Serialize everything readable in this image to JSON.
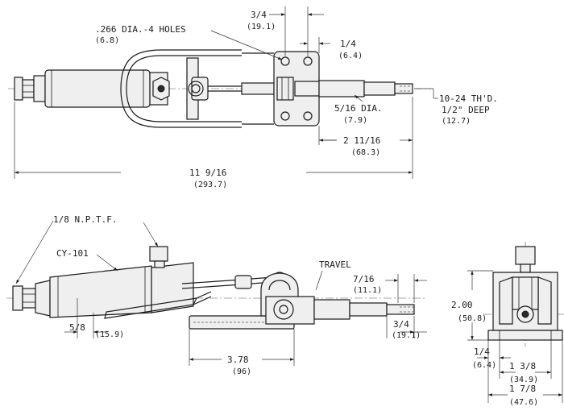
{
  "top_view": {
    "holes_note": ".266 DIA.-4 HOLES",
    "holes_note_mm": "(6.8)",
    "dim_hole_spacing": "3/4",
    "dim_hole_spacing_mm": "(19.1)",
    "dim_hole_offset": "1/4",
    "dim_hole_offset_mm": "(6.4)",
    "plunger_dia": "5/16 DIA.",
    "plunger_dia_mm": "(7.9)",
    "thread_note_1": "10-24 TH'D.",
    "thread_note_2": "1/2\" DEEP",
    "thread_note_mm": "(12.7)",
    "dim_stroke_length": "2 11/16",
    "dim_stroke_length_mm": "(68.3)",
    "dim_overall": "11 9/16",
    "dim_overall_mm": "(293.7)"
  },
  "side_view": {
    "port_label": "1/8 N.P.T.F.",
    "cylinder_label": "CY-101",
    "travel_label": "TRAVEL",
    "dim_travel": "7/16",
    "dim_travel_mm": "(11.1)",
    "dim_base_offset": "5/8",
    "dim_base_offset_mm": "(15.9)",
    "dim_base_length": "3.78",
    "dim_base_length_mm": "(96)",
    "dim_tip": "3/4",
    "dim_tip_mm": "(19.1)"
  },
  "end_view": {
    "dim_height": "2.00",
    "dim_height_mm": "(50.8)",
    "dim_side_offset": "1/4",
    "dim_side_offset_mm": "(6.4)",
    "dim_hole_width": "1 3/8",
    "dim_hole_width_mm": "(34.9)",
    "dim_base_width": "1 7/8",
    "dim_base_width_mm": "(47.6)"
  }
}
